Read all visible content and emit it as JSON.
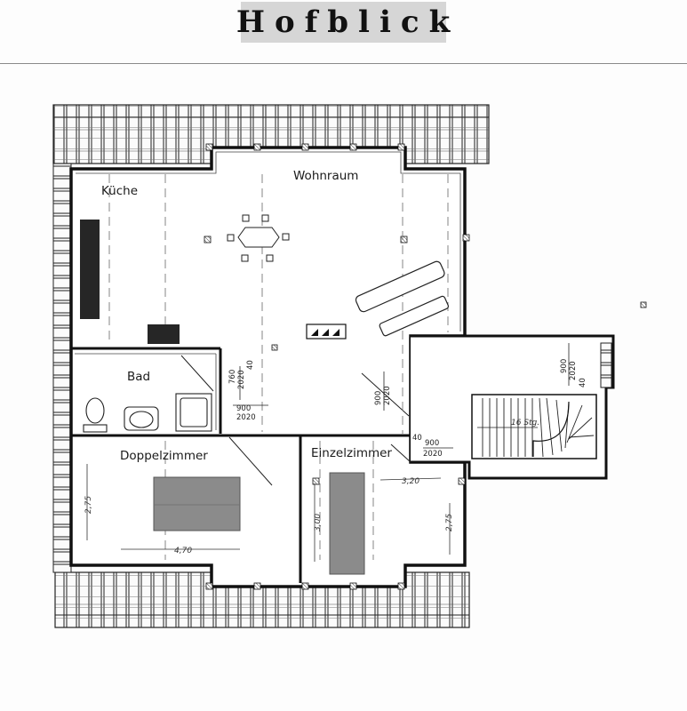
{
  "title": "Hofblick",
  "rooms": {
    "kueche": "Küche",
    "wohnraum": "Wohnraum",
    "bad": "Bad",
    "doppelzimmer": "Doppelzimmer",
    "einzelzimmer": "Einzelzimmer"
  },
  "dimensions": {
    "d760": "760",
    "d2020a": "2020",
    "d40a": "40",
    "d900a": "900",
    "d2020b": "2020",
    "d900b": "900",
    "d2020c": "2020",
    "d900c": "900",
    "d2020d": "2020",
    "d40b": "40",
    "d900d": "900",
    "d2020e": "2020",
    "d40c": "40",
    "stairs": "16 Stg.",
    "h275a": "2,75",
    "h470": "4,70",
    "h300": "3,00",
    "h320": "3,20",
    "h275b": "2,75"
  }
}
